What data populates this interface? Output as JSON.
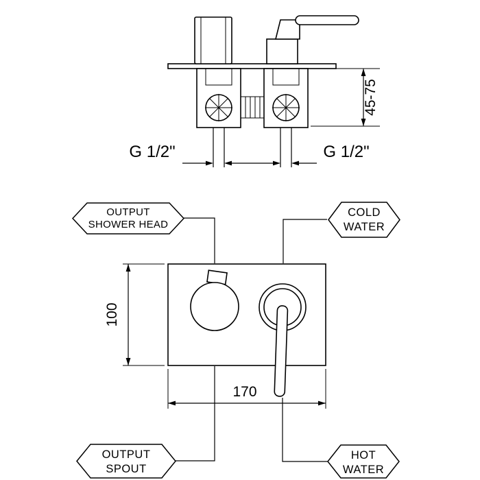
{
  "colors": {
    "line": "#000000",
    "background": "#ffffff"
  },
  "top_view": {
    "depth_range": "45-75",
    "thread_left": "G 1/2\"",
    "thread_right": "G 1/2\""
  },
  "front_view": {
    "height": "100",
    "width": "170"
  },
  "callouts": {
    "shower_head": {
      "line1": "OUTPUT",
      "line2": "SHOWER HEAD"
    },
    "cold_water": {
      "line1": "COLD",
      "line2": "WATER"
    },
    "spout": {
      "line1": "OUTPUT",
      "line2": "SPOUT"
    },
    "hot_water": {
      "line1": "HOT",
      "line2": "WATER"
    }
  }
}
